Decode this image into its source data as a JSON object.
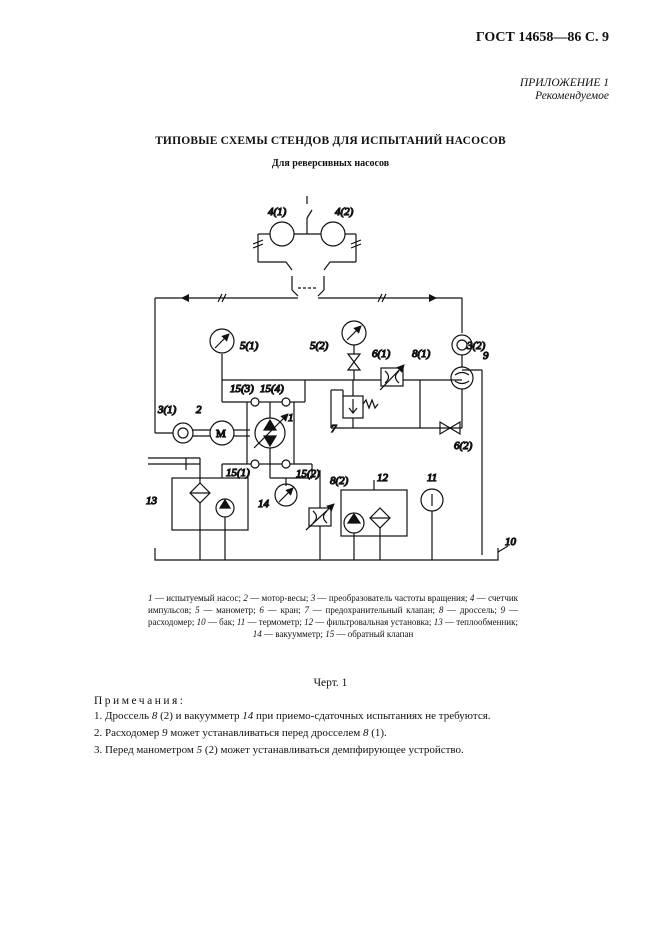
{
  "header": {
    "doc_ref": "ГОСТ 14658—86 С. 9"
  },
  "appendix": {
    "label": "ПРИЛОЖЕНИЕ 1",
    "status": "Рекомендуемое"
  },
  "title": "ТИПОВЫЕ СХЕМЫ СТЕНДОВ ДЛЯ ИСПЫТАНИЙ НАСОСОВ",
  "subtitle": "Для реверсивных насосов",
  "diagram": {
    "labels": {
      "counter_1": "4(1)",
      "counter_2": "4(2)",
      "gauge_5_1": "5(1)",
      "gauge_5_2": "5(2)",
      "valve_6_1": "6(1)",
      "valve_6_2": "6(2)",
      "throttle_8_1": "8(1)",
      "throttle_8_2": "8(2)",
      "converter_3_1": "3(1)",
      "converter_3_2": "3(2)",
      "flowmeter": "9",
      "tank": "10",
      "thermometer": "11",
      "filter_unit": "12",
      "heat_exchanger": "13",
      "vacuum_gauge": "14",
      "check_15_1": "15(1)",
      "check_15_2": "15(2)",
      "check_15_3": "15(3)",
      "check_15_4": "15(4)",
      "pump": "1",
      "motor": "2",
      "relief_valve": "7",
      "motor_letter": "M"
    }
  },
  "legend": [
    {
      "num": "1",
      "text": "испытуемый насос"
    },
    {
      "num": "2",
      "text": "мотор-весы"
    },
    {
      "num": "3",
      "text": "преобразователь частоты вращения"
    },
    {
      "num": "4",
      "text": "счетчик импульсов"
    },
    {
      "num": "5",
      "text": "манометр"
    },
    {
      "num": "6",
      "text": "кран"
    },
    {
      "num": "7",
      "text": "предохранительный клапан"
    },
    {
      "num": "8",
      "text": "дроссель"
    },
    {
      "num": "9",
      "text": "расходомер"
    },
    {
      "num": "10",
      "text": "бак"
    },
    {
      "num": "11",
      "text": "термометр"
    },
    {
      "num": "12",
      "text": "фильтровальная установка"
    },
    {
      "num": "13",
      "text": "теплообменник"
    },
    {
      "num": "14",
      "text": "вакуумметр"
    },
    {
      "num": "15",
      "text": "обратный клапан"
    }
  ],
  "caption": "Черт. 1",
  "notes": {
    "title": "Примечания:",
    "items": [
      {
        "prefix": "1. Дроссель ",
        "ref1": "8",
        "mid1": " (2) и вакуумметр ",
        "ref2": "14",
        "suffix": " при приемо-сдаточных испытаниях не требуются."
      },
      {
        "prefix": "2. Расходомер ",
        "ref1": "9",
        "mid1": " может устанавливаться перед дросселем ",
        "ref2": "8",
        "suffix": " (1)."
      },
      {
        "prefix": "3. Перед манометром ",
        "ref1": "5",
        "mid1": " (2) может устанавливаться демпфирующее устройство.",
        "ref2": "",
        "suffix": ""
      }
    ]
  }
}
